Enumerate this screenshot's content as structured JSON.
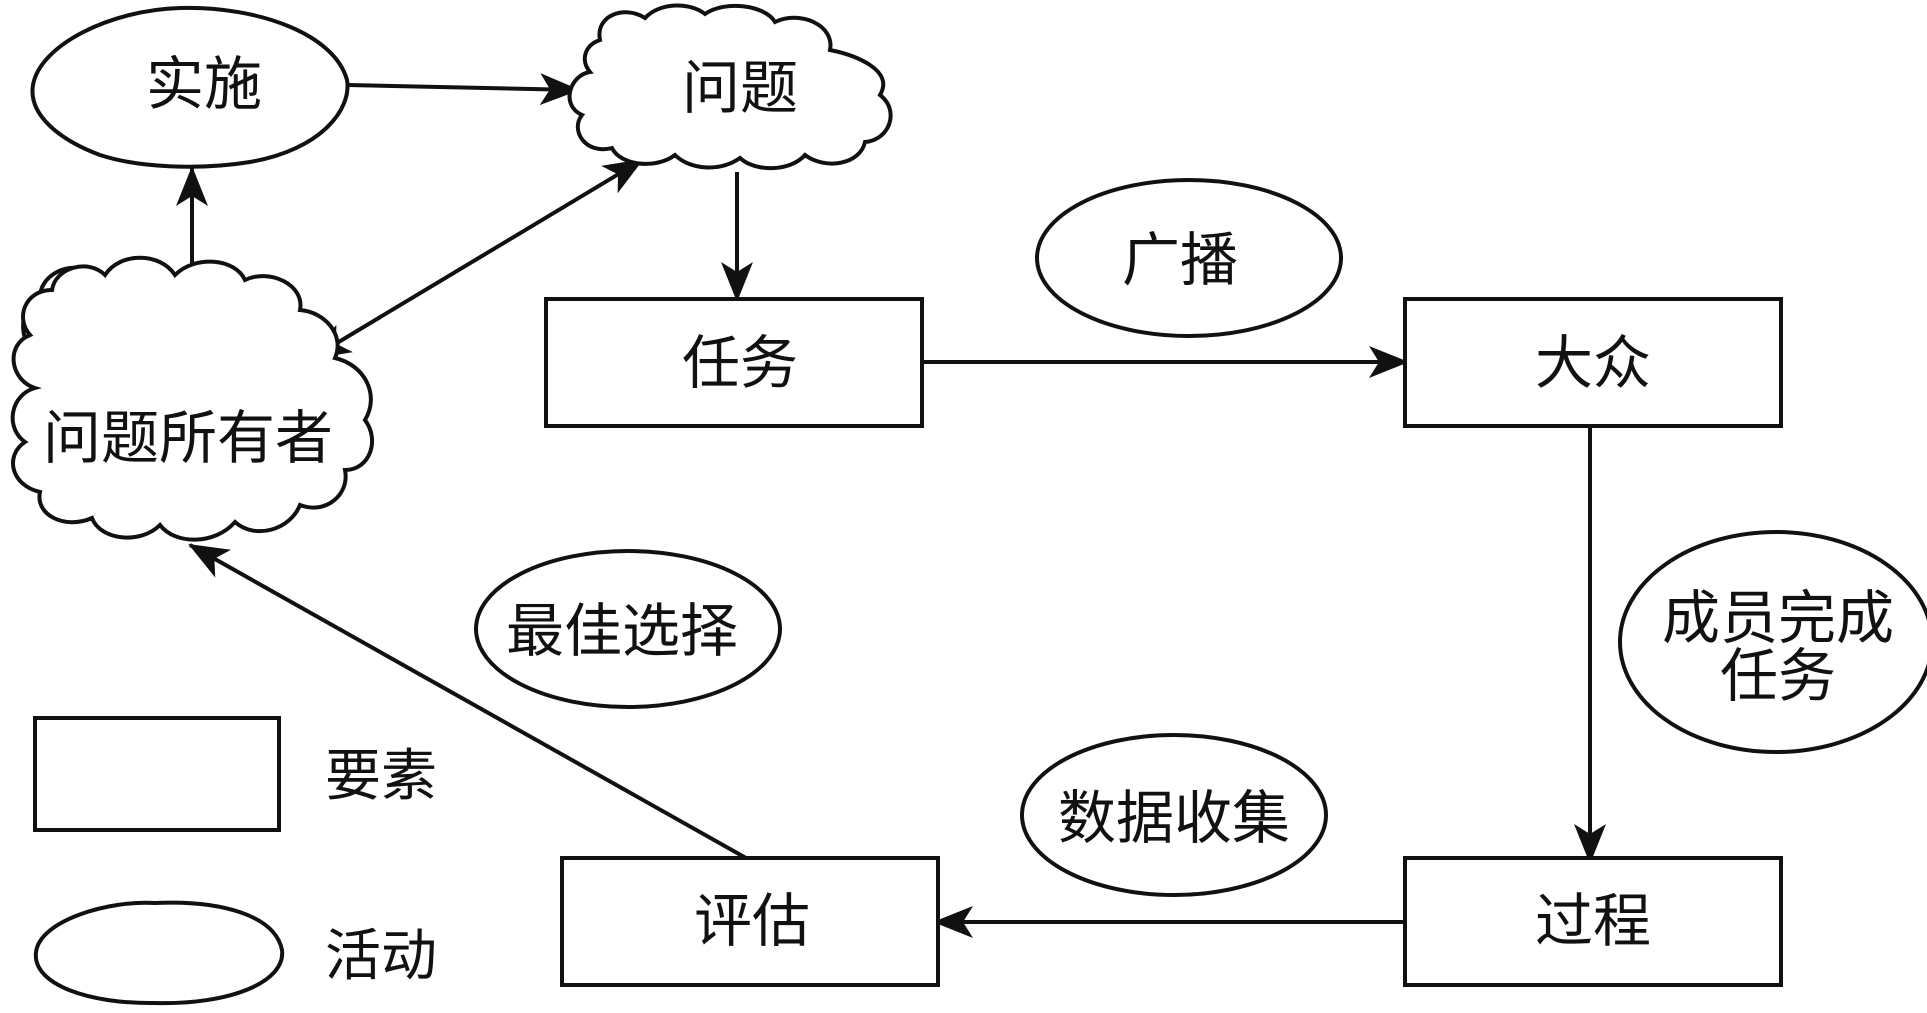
{
  "nodes": {
    "implement": "实施",
    "problem": "问题",
    "task": "任务",
    "broadcast": "广播",
    "crowd": "大众",
    "owner": "问题所有者",
    "members_complete_line1": "成员完成",
    "members_complete_line2": "任务",
    "best_choice": "最佳选择",
    "data_collect": "数据收集",
    "evaluate": "评估",
    "process": "过程"
  },
  "legend": {
    "element": "要素",
    "activity": "活动"
  }
}
